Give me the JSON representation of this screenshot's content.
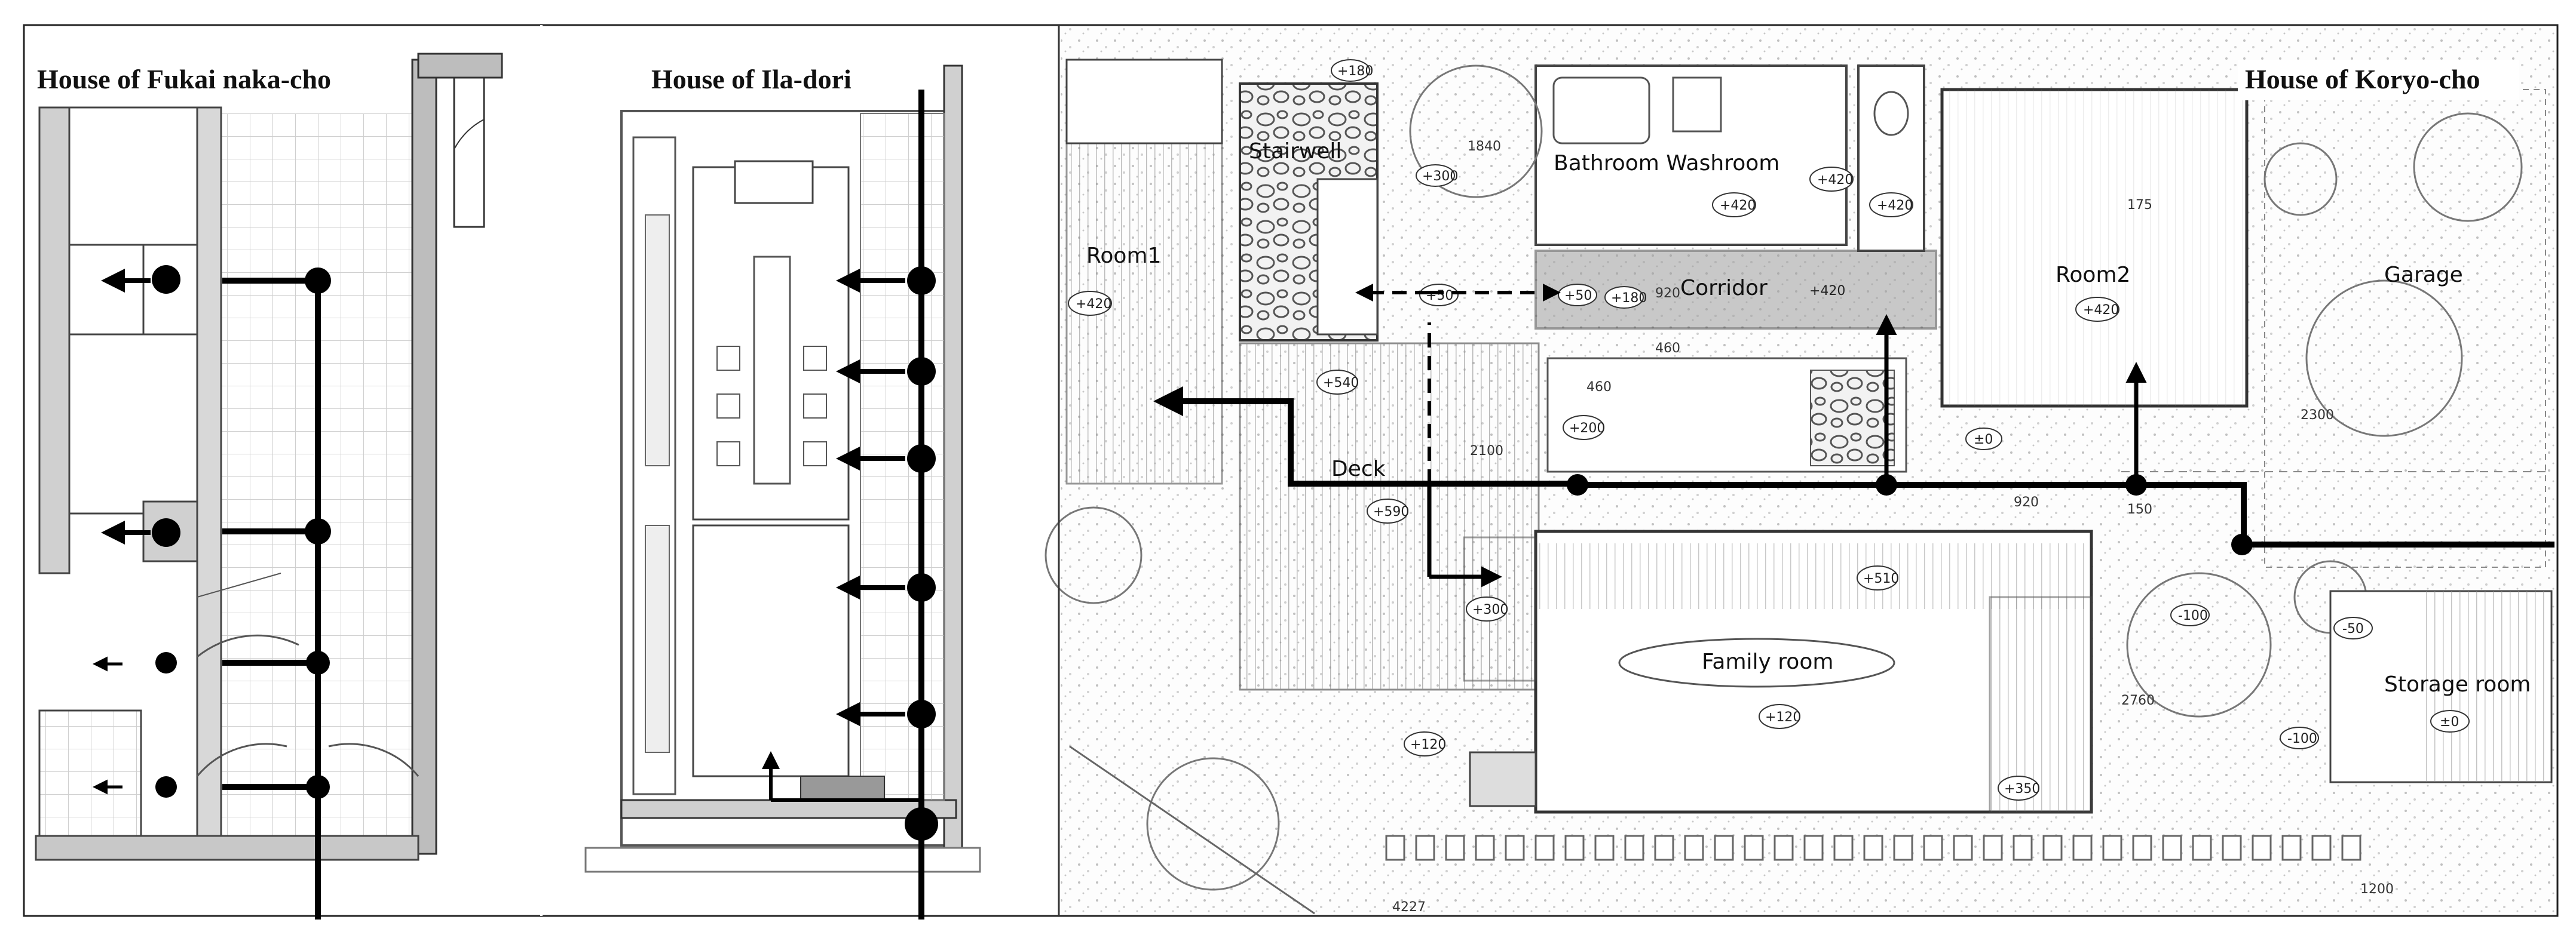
{
  "panels": [
    {
      "title": "House of Fukai naka-cho"
    },
    {
      "title": "House of Ila-dori"
    },
    {
      "title": "House of Koryo-cho"
    }
  ],
  "koryo_rooms": {
    "stairwell": "Stairwell",
    "bathroom_washroom": "Bathroom Washroom",
    "room1": "Room1",
    "corridor": "Corridor",
    "room2": "Room2",
    "garage": "Garage",
    "deck": "Deck",
    "family_room": "Family room",
    "storage_room": "Storage room"
  },
  "koryo_elevations": {
    "room1": "+420",
    "corridor": "+420",
    "room2": "+420",
    "bath": "+420",
    "wash": "+420",
    "closet": "+420",
    "stair_a": "+50",
    "stair_b": "+50",
    "deck_a": "+540",
    "deck_b": "+590",
    "hall_a": "+200",
    "hall_b": "±0",
    "family_a": "+510",
    "family_b": "+120",
    "family_c": "+350",
    "left_low": "+120",
    "court": "+300",
    "court_b": "-100",
    "storage_a": "-50",
    "storage_b": "±0",
    "yard": "+300",
    "top_a": "+180",
    "top_b": "+300"
  },
  "koryo_dimensions": {
    "d1": "920",
    "d2": "460",
    "d3": "460",
    "d4": "2100",
    "d5": "2300",
    "d6": "2760",
    "d7": "1200",
    "d8": "920",
    "d9": "175",
    "d10": "150",
    "d11": "1840",
    "d12": "4227"
  },
  "colors": {
    "circulation_line": "#000000",
    "drawing_line": "#555555",
    "grid_line": "#cfcfcf",
    "hatch": "#9a9a9a"
  },
  "icons": [
    "arrow-icon",
    "node-icon"
  ]
}
